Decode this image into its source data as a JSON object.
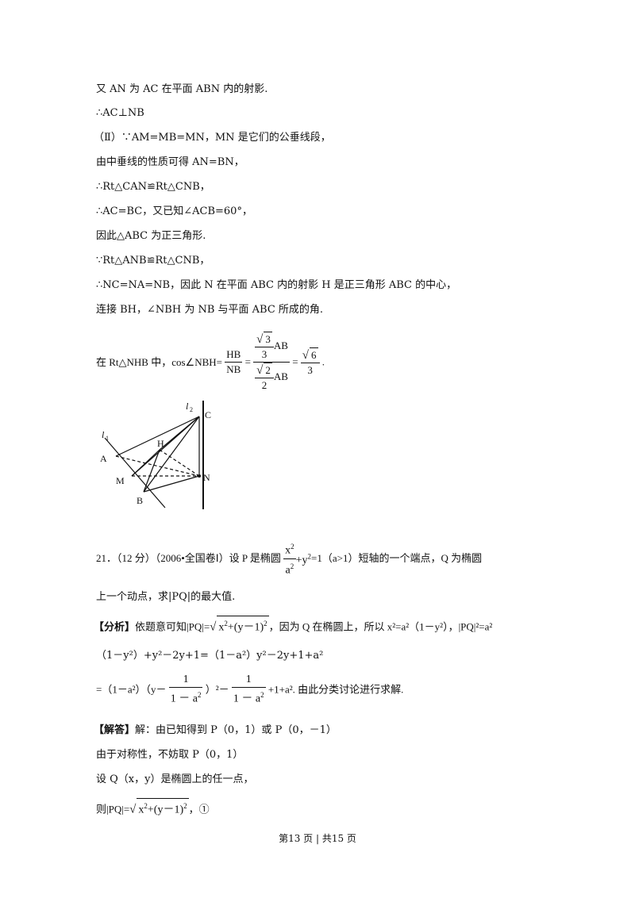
{
  "lines": {
    "l1": "又 AN 为 AC 在平面 ABN 内的射影.",
    "l2": "∴AC⊥NB",
    "l3": "（Ⅱ）∵AM=MB=MN，MN 是它们的公垂线段，",
    "l4": "由中垂线的性质可得 AN=BN，",
    "l5": "∴Rt△CAN≌Rt△CNB，",
    "l6": "∴AC=BC，又已知∠ACB=60°，",
    "l7": "因此△ABC 为正三角形.",
    "l8": "∵Rt△ANB≌Rt△CNB，",
    "l9": "∴NC=NA=NB，因此 N 在平面 ABC 内的射影 H 是正三角形 ABC 的中心，",
    "l10": "连接 BH，∠NBH 为 NB 与平面 ABC 所成的角."
  },
  "cosline": {
    "prefix": "在 Rt△NHB 中，cos∠NBH=",
    "hb": "HB",
    "nb": "NB",
    "eq": "=",
    "r3": "3",
    "d3": "3",
    "ab": "AB",
    "r2": "2",
    "d2": "2",
    "ab2": "AB",
    "eq2": "=",
    "r6": "6",
    "d6": "3",
    "end": "."
  },
  "figure": {
    "l2": "l",
    "l2sub": "2",
    "l1": "l",
    "l1sub": "1",
    "C": "C",
    "A": "A",
    "H": "H",
    "M": "M",
    "N": "N",
    "B": "B"
  },
  "problem": {
    "p1": "21．（12 分）（2006•全国卷Ⅰ）设 P 是椭圆",
    "x2": "x",
    "two": "2",
    "a2": "a",
    "plus": "+y",
    "eqrest": "=1（a>1）短轴的一个端点，Q 为椭圆",
    "p2": "上一个动点，求|PQ|的最大值."
  },
  "analysis": {
    "tag": "【分析】",
    "t1": "依题意可知|PQ|=",
    "sq": "x",
    "sq2": "+(y－1)",
    "t2": "，因为 Q 在椭圆上，所以 x²=a²（1－y²），|PQ|²=a²",
    "l2": "（1－y²）+y²－2y+1=（1－a²）y²－2y+1+a²",
    "l3a": "=（1－a²）（y－",
    "one": "1",
    "den": "1 － a",
    "l3b": "）²－",
    "one2": "1",
    "den2": "1 － a",
    "l3c": "+1+a². 由此分类讨论进行求解."
  },
  "answer": {
    "tag": "【解答】",
    "a1": "解：由已知得到 P（0，1）或 P（0，－1）",
    "a2": "由于对称性，不妨取 P（0，1）",
    "a3": "设 Q（x，y）是椭圆上的任一点，",
    "a4": "则|PQ|=",
    "a4x": "x",
    "a4rest": "+(y－1)",
    "a4end": "，①"
  },
  "footer": "第13 页 | 共15 页"
}
